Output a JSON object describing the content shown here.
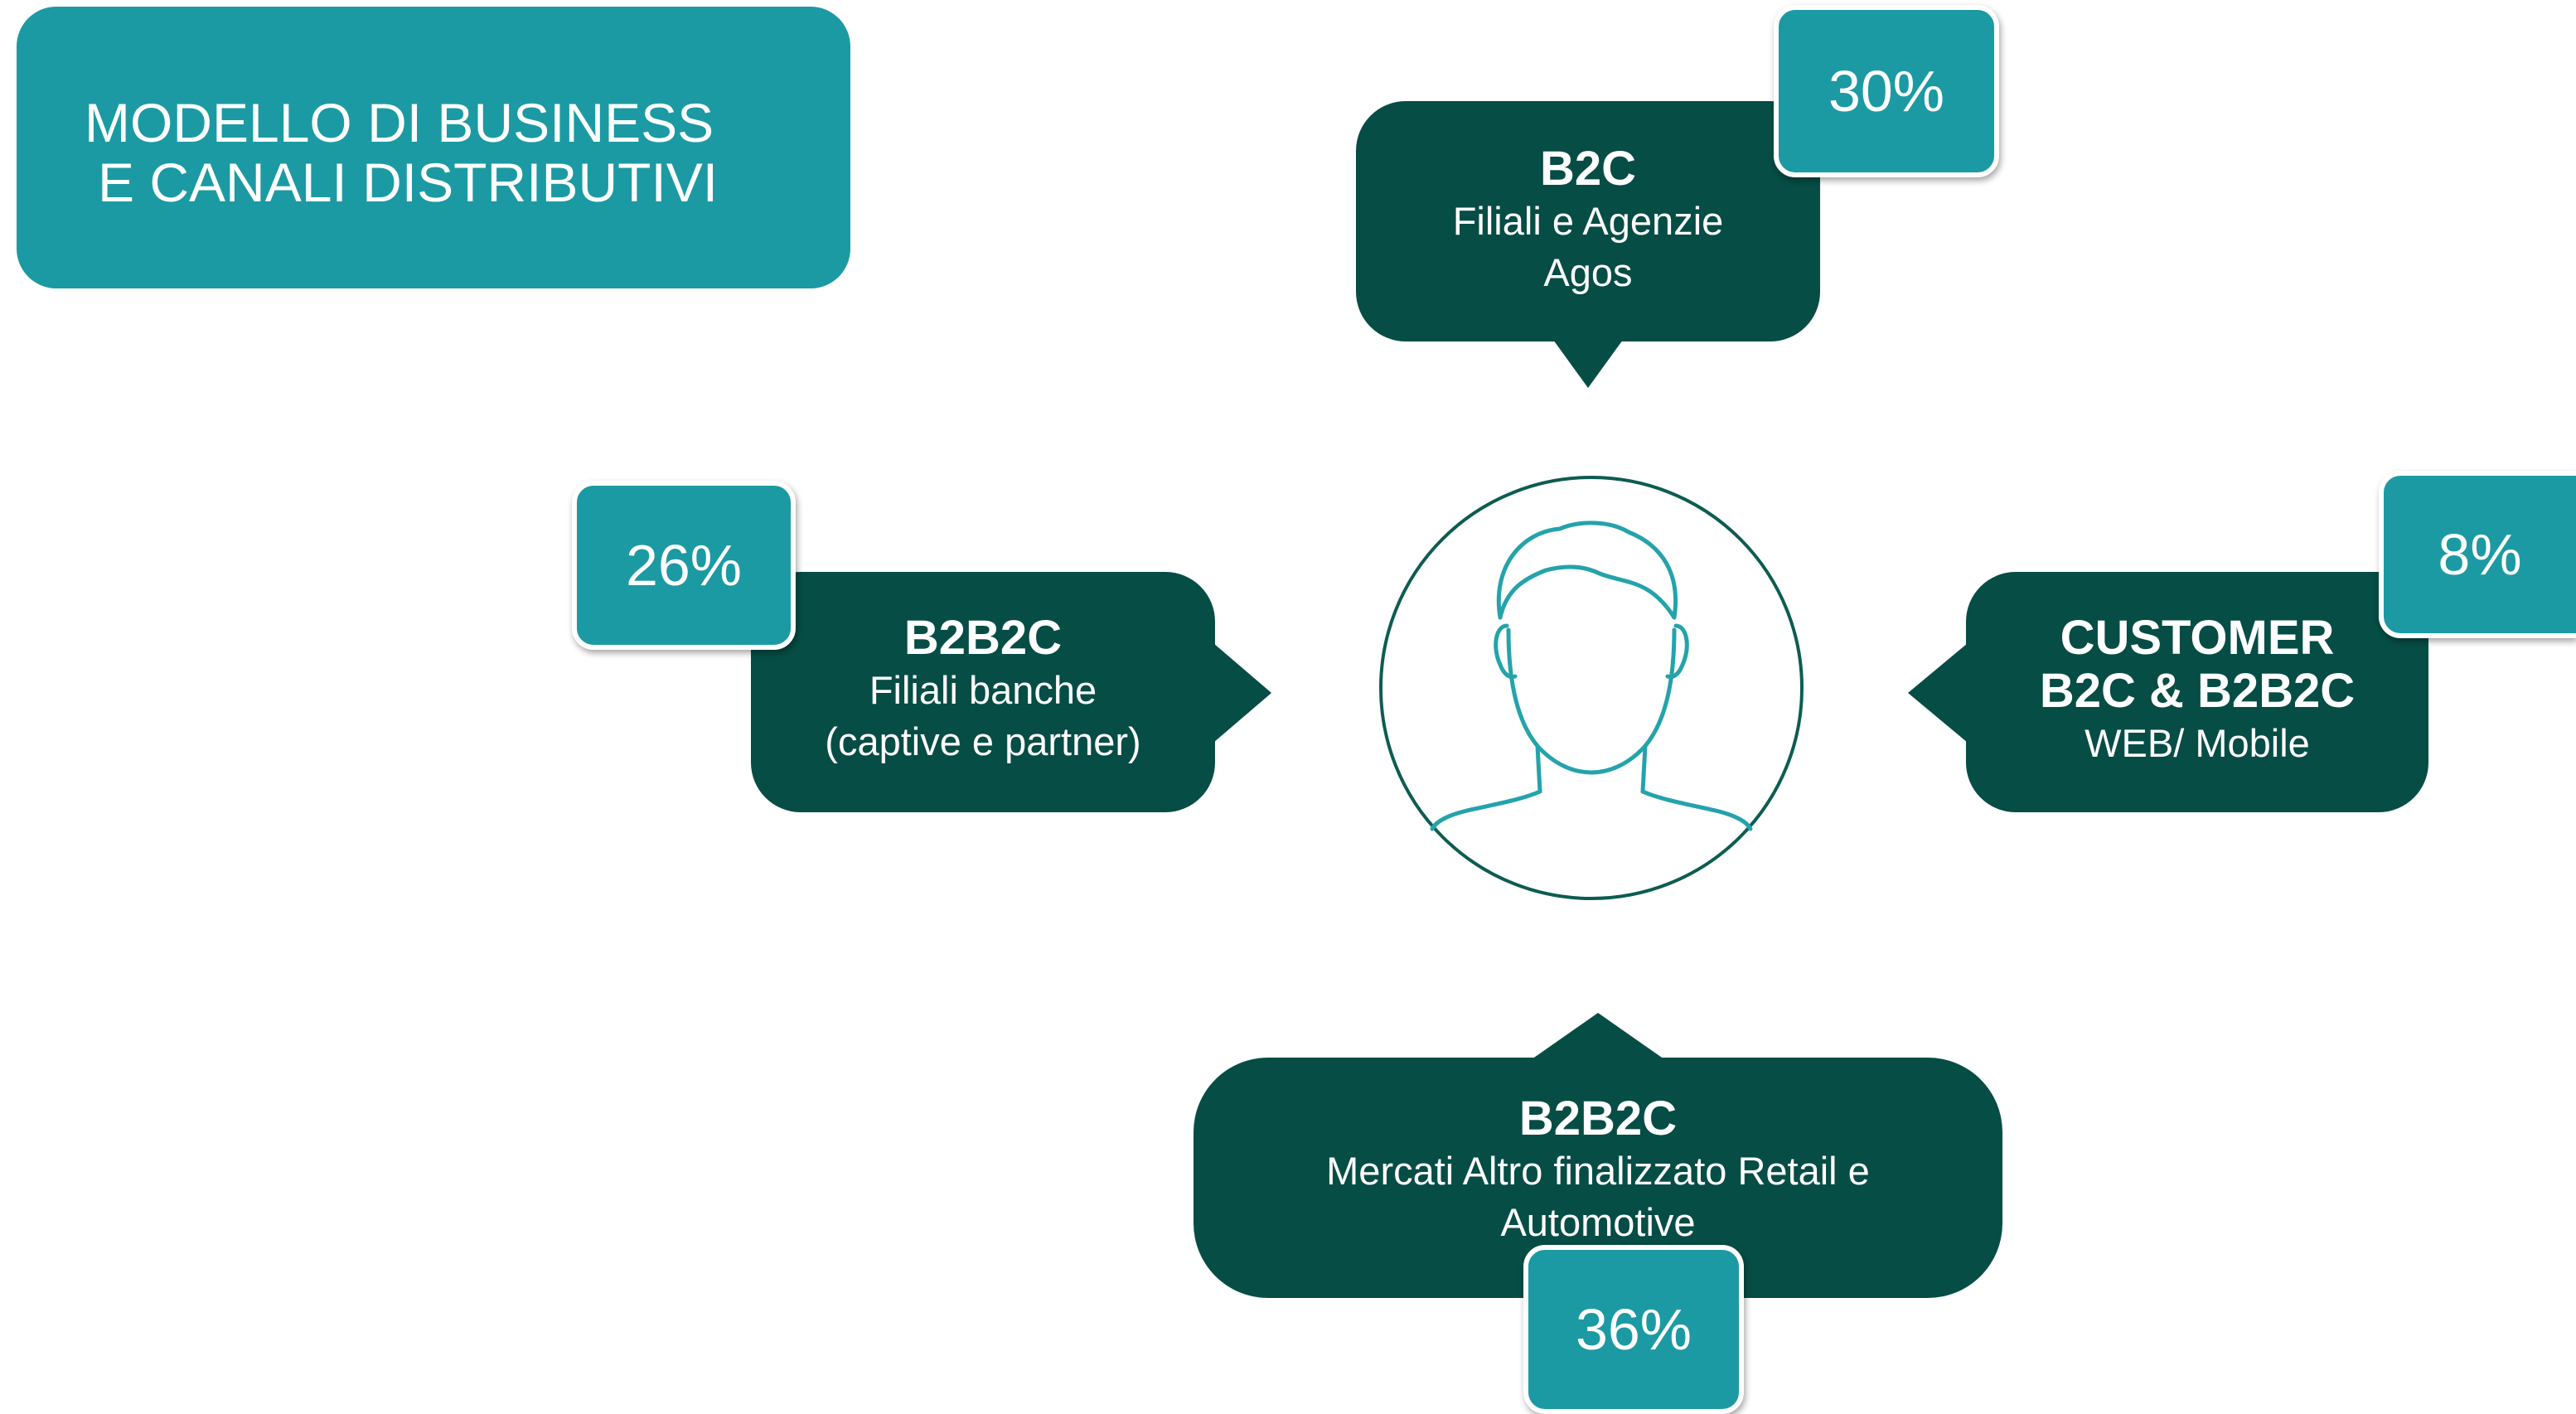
{
  "title": {
    "line1": "MODELLO DI BUSINESS",
    "line2": "E CANALI DISTRIBUTIVI"
  },
  "channels": {
    "top": {
      "title": "B2C",
      "line1": "Filiali e Agenzie",
      "line2": "Agos",
      "percent": "30%"
    },
    "left": {
      "title": "B2B2C",
      "line1": "Filiali banche",
      "line2": "(captive e partner)",
      "percent": "26%"
    },
    "right": {
      "title_line1": "CUSTOMER",
      "title_line2": "B2C & B2B2C",
      "line1": "WEB/ Mobile",
      "percent": "8%"
    },
    "bottom": {
      "title": "B2B2C",
      "line1": "Mercati Altro finalizzato Retail e",
      "line2": "Automotive",
      "percent": "36%"
    }
  },
  "colors": {
    "teal": "#1c9aa3",
    "dark_green": "#064d45",
    "circle_outline": "#0d5c52",
    "person_outline": "#24a3ab"
  },
  "icons": [
    "person-icon"
  ]
}
